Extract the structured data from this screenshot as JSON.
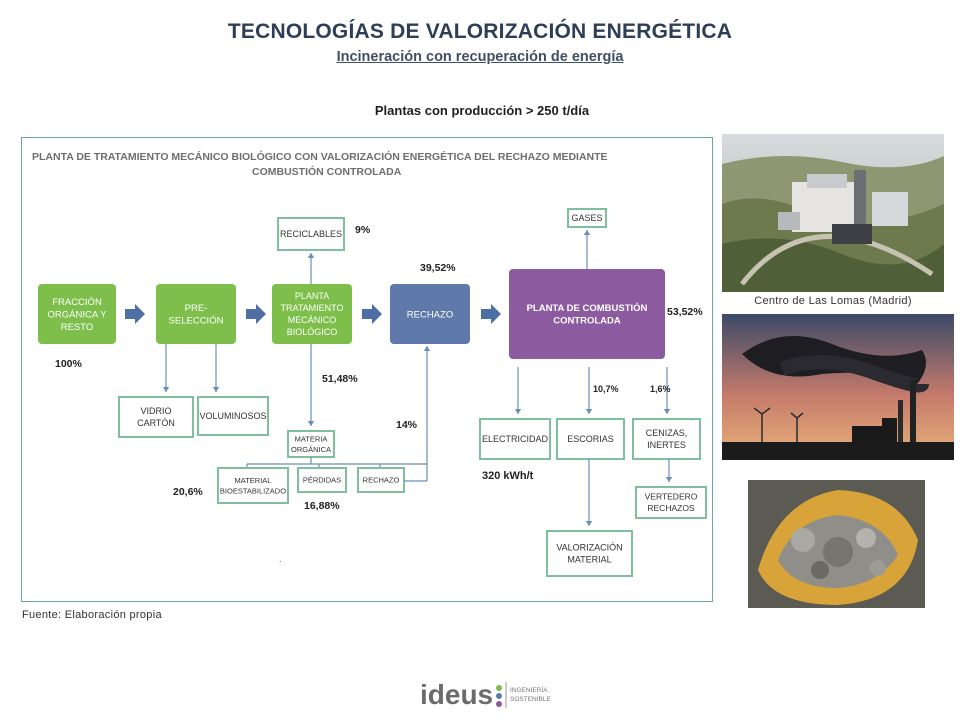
{
  "header": {
    "title": "TECNOLOGÍAS DE VALORIZACIÓN ENERGÉTICA",
    "subtitle": "Incineración con recuperación de energía",
    "plant_caption": "Plantas con producción > 250 t/día"
  },
  "diagram": {
    "heading_line1": "PLANTA DE TRATAMIENTO MECÁNICO BIOLÓGICO CON VALORIZACIÓN ENERGÉTICA DEL RECHAZO MEDIANTE",
    "heading_line2": "COMBUSTIÓN CONTROLADA",
    "nodes": {
      "fraccion": [
        "FRACCIÓN",
        "ORGÁNICA Y",
        "RESTO"
      ],
      "preseleccion": [
        "PRE-",
        "SELECCIÓN"
      ],
      "tmb": [
        "PLANTA",
        "TRATAMIENTO",
        "MECÁNICO",
        "BIOLÓGICO"
      ],
      "rechazo": [
        "RECHAZO"
      ],
      "combustion": [
        "PLANTA  DE COMBUSTIÓN",
        "CONTROLADA"
      ],
      "reciclables": [
        "RECICLABLES"
      ],
      "gases": [
        "GASES"
      ],
      "vidrio": [
        "VIDRIO",
        "CARTÓN"
      ],
      "voluminosos": [
        "VOLUMINOSOS"
      ],
      "materia": [
        "MATERIA",
        "ORGÁNICA"
      ],
      "bioestabilizado": [
        "MATERIAL",
        "BIOESTABILIZADO"
      ],
      "perdidas": [
        "PÉRDIDAS"
      ],
      "rechazo_small": [
        "RECHAZO"
      ],
      "electricidad": [
        "ELECTRICIDAD"
      ],
      "escorias": [
        "ESCORIAS"
      ],
      "cenizas": [
        "CENIZAS,",
        "INERTES"
      ],
      "vertedero": [
        "VERTEDERO",
        "RECHAZOS"
      ],
      "valorizacion": [
        "VALORIZACIÓN",
        "MATERIAL"
      ]
    },
    "labels": {
      "pct_100": "100%",
      "pct_9": "9%",
      "pct_3952": "39,52%",
      "pct_5352": "53,52%",
      "pct_5148": "51,48%",
      "pct_14": "14%",
      "pct_107": "10,7%",
      "pct_16": "1,6%",
      "pct_206": "20,6%",
      "pct_1688": "16,88%",
      "kwh": "320 kWh/t"
    },
    "dot": "."
  },
  "source_note": "Fuente: Elaboración propia",
  "photos": {
    "photo1_caption": "Centro de Las Lomas (Madrid)"
  },
  "logo": {
    "wordmark": "ideus",
    "tagline_line1": "INGENIERÍA",
    "tagline_line2": "SOSTENIBLE"
  },
  "colors": {
    "green": "#7dbf4a",
    "blue": "#5f7aaa",
    "purple": "#8b5a9f",
    "teal_border": "#6aa79a",
    "arrow": "#6a8fb5",
    "heading": "#6e6e6e"
  }
}
